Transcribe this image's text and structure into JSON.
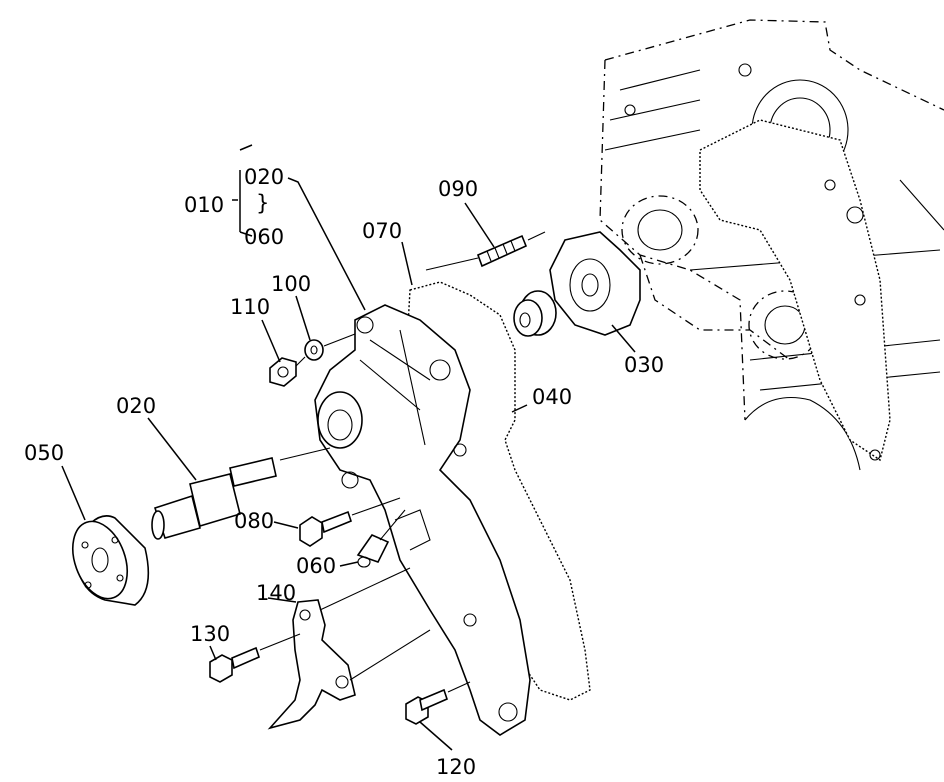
{
  "labels": {
    "l010": "010",
    "l020_top": "020",
    "l060_top": "060",
    "l090": "090",
    "l070": "070",
    "l110": "110",
    "l100": "100",
    "l020": "020",
    "l050": "050",
    "l080": "080",
    "l060": "060",
    "l040": "040",
    "l030": "030",
    "l140": "140",
    "l130": "130",
    "l120": "120"
  },
  "bracket_glyph": "}"
}
